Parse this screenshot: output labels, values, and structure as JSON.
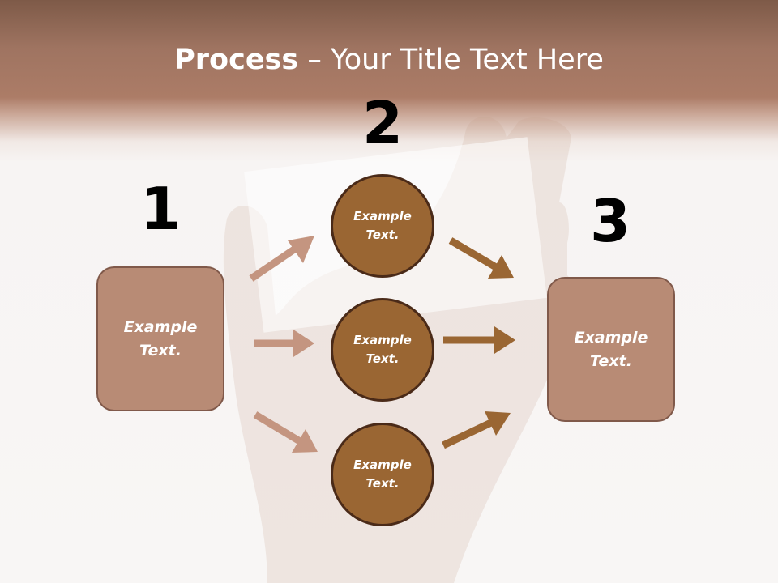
{
  "title": {
    "bold": "Process",
    "rest": " – Your Title Text Here"
  },
  "numbers": [
    "1",
    "2",
    "3"
  ],
  "left_box": {
    "text": "Example Text."
  },
  "circles": [
    {
      "text": "Example Text."
    },
    {
      "text": "Example Text."
    },
    {
      "text": "Example Text."
    }
  ],
  "right_box": {
    "text": "Example Text."
  },
  "colors": {
    "header": "#a57763",
    "box_fill": "#b88b75",
    "box_border": "#80594a",
    "circle_fill": "#9a6633",
    "circle_border": "#4a2a18",
    "arrow_light": "#c49580",
    "arrow_dark": "#9a6633"
  }
}
